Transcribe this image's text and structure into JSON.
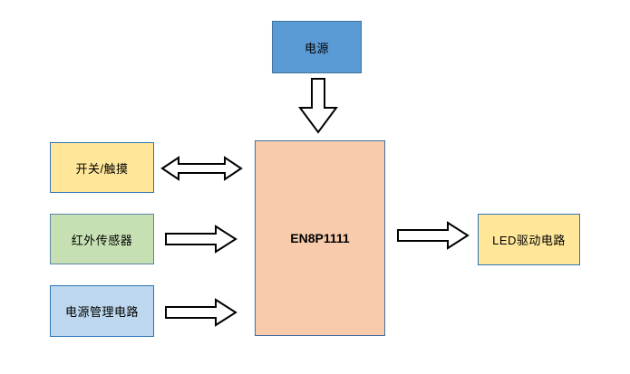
{
  "diagram": {
    "type": "block-diagram",
    "background": "#ffffff",
    "arrow_style": {
      "outline": "#000000",
      "fill": "#ffffff"
    },
    "nodes": {
      "power": {
        "label": "电源",
        "fill": "#5b9bd5",
        "border": "#41719c"
      },
      "mcu": {
        "label": "EN8P1111",
        "fill": "#f8cbad",
        "border": "#41719c"
      },
      "switch_touch": {
        "label": "开关/触摸",
        "fill": "#ffe699",
        "border": "#2e75b6"
      },
      "ir_sensor": {
        "label": "红外传感器",
        "fill": "#c6e0b4",
        "border": "#5b87a5"
      },
      "power_mgmt": {
        "label": "电源管理电路",
        "fill": "#bdd7ee",
        "border": "#2e75b6"
      },
      "led_driver": {
        "label": "LED驱动电路",
        "fill": "#ffe699",
        "border": "#2e75b6"
      }
    },
    "connections": [
      {
        "from": "power",
        "to": "mcu",
        "direction": "down",
        "style": "hollow-block-arrow"
      },
      {
        "from": "switch_touch",
        "to": "mcu",
        "direction": "bidirectional",
        "style": "hollow-block-arrow"
      },
      {
        "from": "ir_sensor",
        "to": "mcu",
        "direction": "right",
        "style": "hollow-block-arrow"
      },
      {
        "from": "power_mgmt",
        "to": "mcu",
        "direction": "right",
        "style": "hollow-block-arrow"
      },
      {
        "from": "mcu",
        "to": "led_driver",
        "direction": "right",
        "style": "hollow-block-arrow"
      }
    ]
  }
}
